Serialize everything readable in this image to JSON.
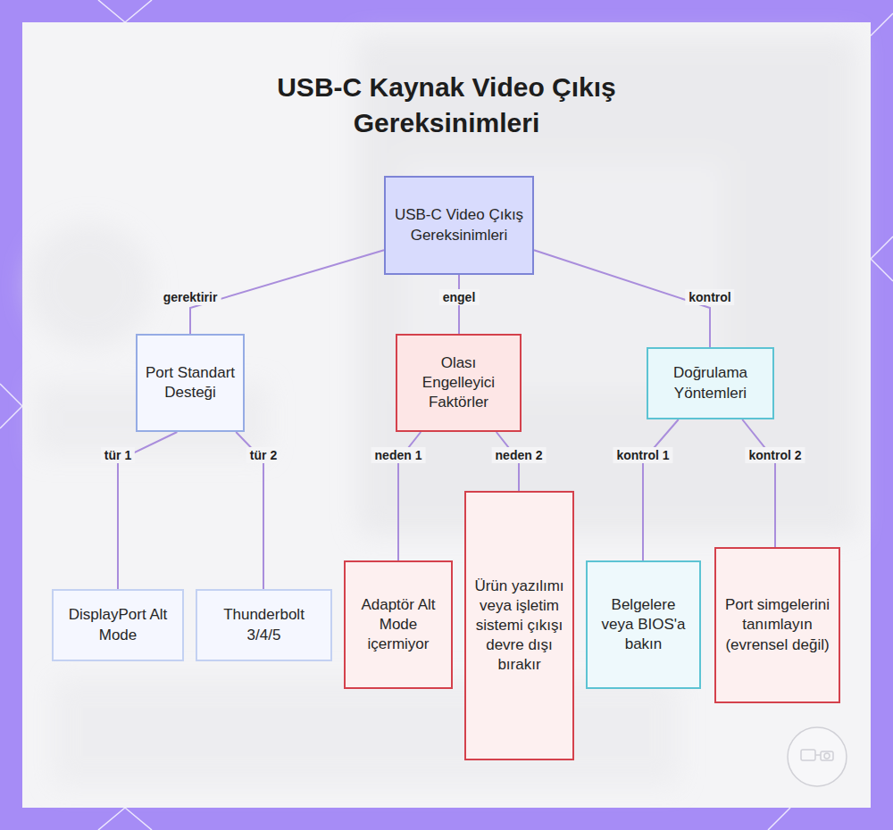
{
  "diagram": {
    "title": "USB-C Kaynak Video Çıkış Gereksinimleri",
    "nodes": [
      {
        "text": [
          "USB-C Video Çıkış Gereksinimleri"
        ]
      },
      {
        "text": [
          "Port Standart Desteği"
        ]
      },
      {
        "text": [
          "Olası Engelleyici Faktörler"
        ]
      },
      {
        "text": [
          "Doğrulama Yöntemleri"
        ]
      },
      {
        "text": [
          "DisplayPort Alt Mode"
        ]
      },
      {
        "text": [
          "Thunderbolt 3/4/5"
        ]
      },
      {
        "text": [
          "Adaptör Alt Mode içermiyor"
        ]
      },
      {
        "text": [
          "Ürün yazılımı veya işletim sistemi çıkışı devre dışı bırakır"
        ]
      },
      {
        "text": [
          "Belgelere veya BIOS'a bakın"
        ]
      },
      {
        "text": [
          "Port simgelerini tanımlayın (evrensel değil)"
        ]
      }
    ],
    "edges": [
      {
        "from": 0,
        "to": 1,
        "label": "gerektirir",
        "arrow": "none"
      },
      {
        "from": 0,
        "to": 2,
        "label": "engel",
        "arrow": "none"
      },
      {
        "from": 0,
        "to": 3,
        "label": "kontrol",
        "arrow": "none"
      },
      {
        "from": 1,
        "to": 4,
        "label": "tür 1",
        "arrow": "none"
      },
      {
        "from": 1,
        "to": 5,
        "label": "tür 2",
        "arrow": "none"
      },
      {
        "from": 2,
        "to": 6,
        "label": "neden 1",
        "arrow": "none"
      },
      {
        "from": 2,
        "to": 7,
        "label": "neden 2",
        "arrow": "none"
      },
      {
        "from": 3,
        "to": 8,
        "label": "kontrol 1",
        "arrow": "none"
      },
      {
        "from": 3,
        "to": 9,
        "label": "kontrol 2",
        "arrow": "none"
      }
    ]
  }
}
